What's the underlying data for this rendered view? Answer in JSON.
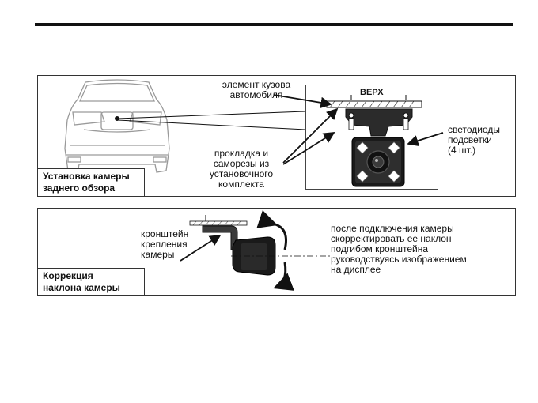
{
  "panel1": {
    "caption_line1": "Установка камеры",
    "caption_line2": "заднего обзора",
    "label_body_line1": "элемент кузова",
    "label_body_line2": "автомобиля",
    "label_top": "ВЕРХ",
    "label_gasket_line1": "прокладка и",
    "label_gasket_line2": "саморезы из",
    "label_gasket_line3": "установочного",
    "label_gasket_line4": "комплекта",
    "label_led_line1": "светодиоды",
    "label_led_line2": "подсветки",
    "label_led_line3": "(4 шт.)"
  },
  "panel2": {
    "caption_line1": "Коррекция",
    "caption_line2": "наклона камеры",
    "label_bracket_line1": "кронштейн",
    "label_bracket_line2": "крепления",
    "label_bracket_line3": "камеры",
    "instr_line1": "после подключения камеры",
    "instr_line2": "скорректировать ее наклон",
    "instr_line3": "подгибом кронштейна",
    "instr_line4": "руководствуясь изображением",
    "instr_line5": "на дисплее"
  },
  "colors": {
    "line": "#111111",
    "car_gray": "#9a9a9a",
    "camera_body": "#1a1a1a",
    "led_white": "#ffffff"
  }
}
